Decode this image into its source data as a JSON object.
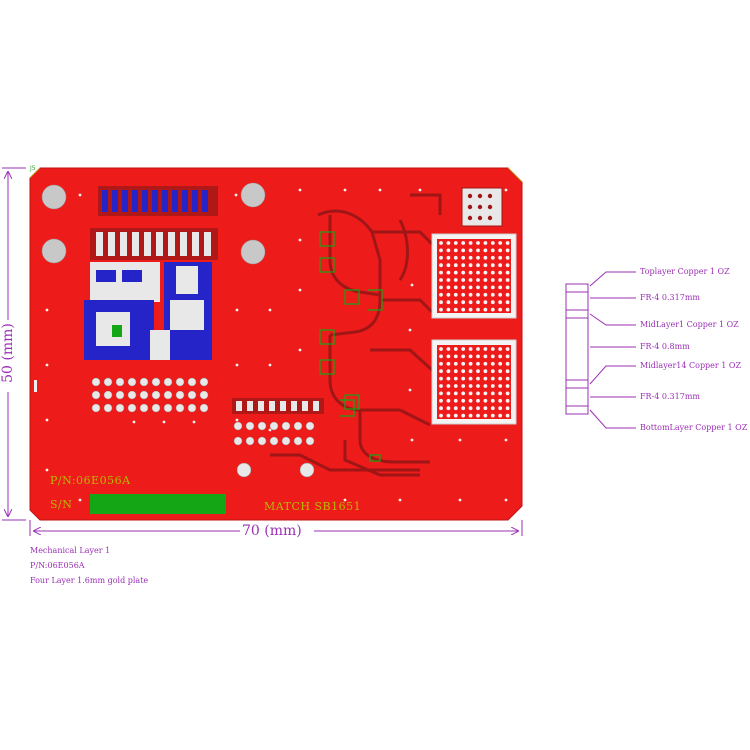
{
  "board": {
    "corner_label": "J5",
    "part_number": "P/N:06E056A",
    "serial_label": "S/N",
    "model_text": "MATCH  SB1651",
    "colors": {
      "copper": "#ee1b1b",
      "trace": "#a01616",
      "silkscreen": "#d8d800",
      "gold_pad": "#c9c9c9",
      "blue_layer": "#2424c8",
      "green_block": "#14a614",
      "dimension": "#9b30b5"
    }
  },
  "dimensions": {
    "width_label": "70 (mm)",
    "height_label": "50 (mm)"
  },
  "notes": {
    "line1": "Mechanical Layer 1",
    "line2": "P/N:06E056A",
    "line3": "Four Layer 1.6mm gold plate"
  },
  "stackup": {
    "layers": [
      "Toplayer Copper 1 OZ",
      "FR-4   0.317mm",
      "MidLayer1 Copper 1 OZ",
      "FR-4   0.8mm",
      "Midlayer14 Copper 1 OZ",
      "FR-4   0.317mm",
      "BottomLayer Copper 1 OZ"
    ]
  }
}
